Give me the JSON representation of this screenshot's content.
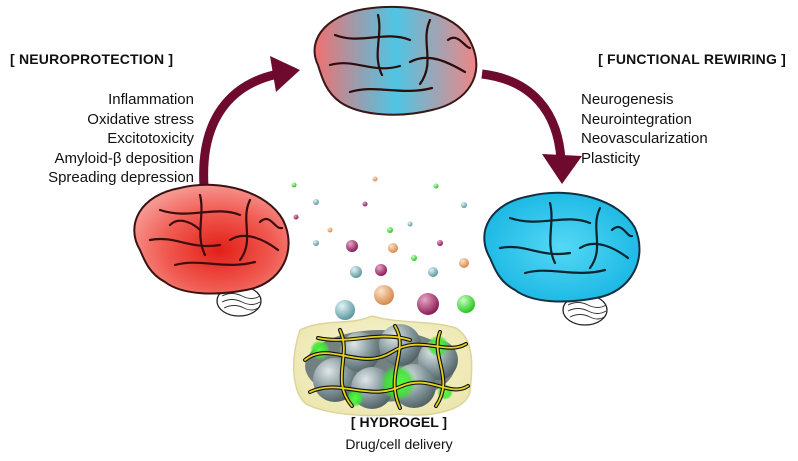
{
  "neuroprotection": {
    "heading": "[ NEUROPROTECTION ]",
    "items": [
      "Inflammation",
      "Oxidative stress",
      "Excitotoxicity",
      "Amyloid-β deposition",
      "Spreading depression"
    ]
  },
  "functional_rewiring": {
    "heading": "[ FUNCTIONAL REWIRING ]",
    "items": [
      "Neurogenesis",
      "Neurointegration",
      "Neovascularization",
      "Plasticity"
    ]
  },
  "hydrogel": {
    "title": "[ HYDROGEL ]",
    "subtitle": "Drug/cell delivery"
  },
  "colors": {
    "arrow": "#6e0a2e",
    "damaged_brain": "#e2392c",
    "recovered_brain": "#1fc4ec",
    "gel_green": "#3fe43a",
    "gel_fiber": "#e5d21a"
  }
}
